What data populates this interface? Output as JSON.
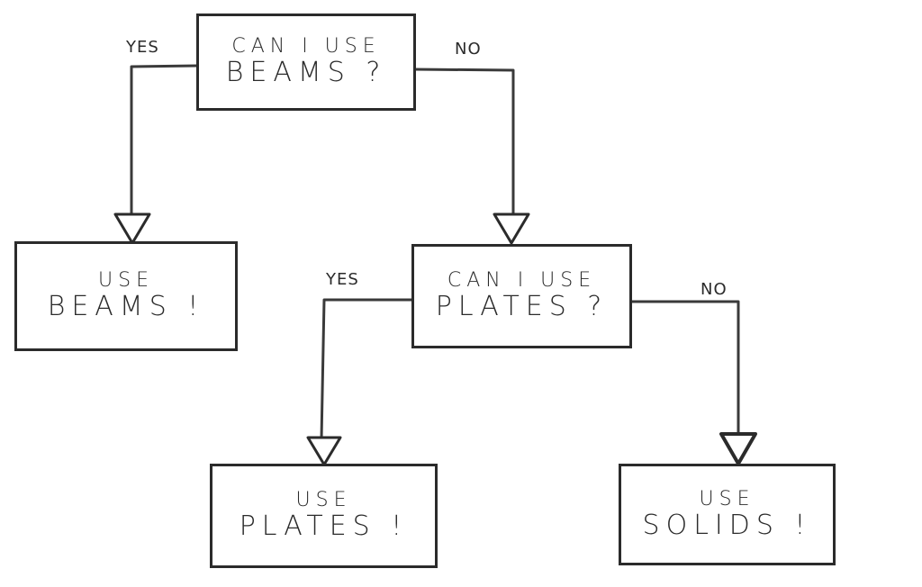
{
  "nodes": {
    "beams_question": {
      "line1": "CAN I USE",
      "line2": "BEAMS ?"
    },
    "use_beams": {
      "line1": "USE",
      "line2": "BEAMS !"
    },
    "plates_question": {
      "line1": "CAN I USE",
      "line2": "PLATES ?"
    },
    "use_plates": {
      "line1": "USE",
      "line2": "PLATES !"
    },
    "use_solids": {
      "line1": "USE",
      "line2": "SOLIDS !"
    }
  },
  "edges": {
    "beams_yes": "YES",
    "beams_no": "NO",
    "plates_yes": "YES",
    "plates_no": "NO"
  }
}
